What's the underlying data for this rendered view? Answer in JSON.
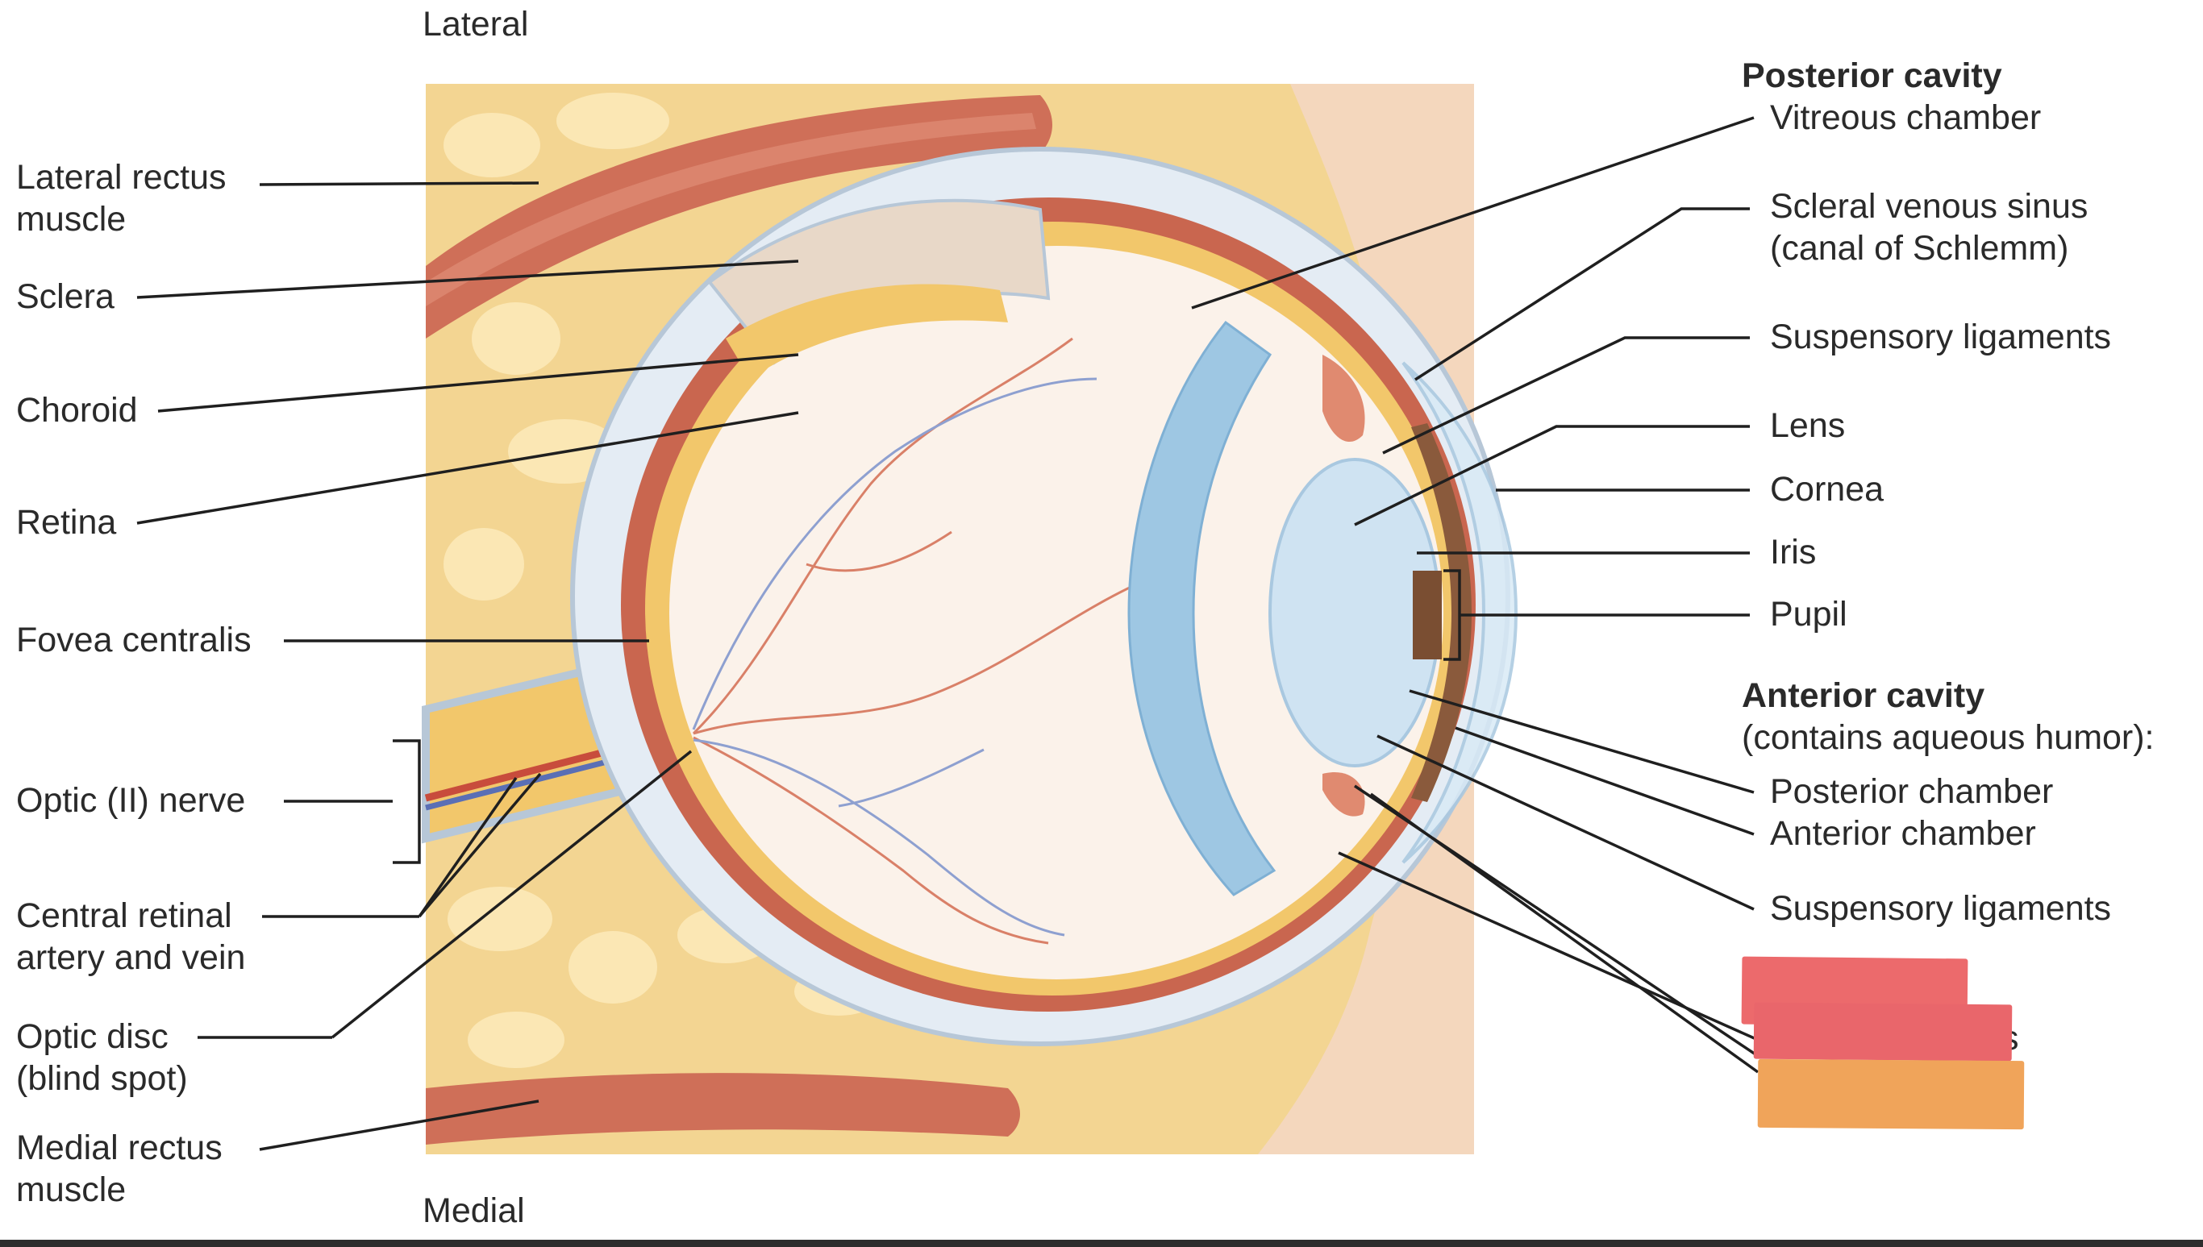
{
  "labels": {
    "lateral": "Lateral",
    "medial": "Medial",
    "lateral_rectus": "Lateral rectus\nmuscle",
    "sclera": "Sclera",
    "choroid": "Choroid",
    "retina": "Retina",
    "fovea": "Fovea centralis",
    "optic_nerve": "Optic (II) nerve",
    "central_retinal": "Central retinal\nartery and vein",
    "optic_disc": "Optic disc\n(blind spot)",
    "medial_rectus": "Medial rectus\nmuscle",
    "posterior_cavity": "Posterior cavity",
    "vitreous": "Vitreous chamber",
    "scleral_sinus": "Scleral venous sinus\n(canal of Schlemm)",
    "suspensory_top": "Suspensory ligaments",
    "lens": "Lens",
    "cornea": "Cornea",
    "iris": "Iris",
    "pupil": "Pupil",
    "anterior_cavity": "Anterior cavity",
    "aqueous": "(contains aqueous humor):",
    "posterior_chamber": "Posterior chamber",
    "anterior_chamber": "Anterior chamber",
    "suspensory_bottom": "Suspensory ligaments",
    "hidden_tail": "s"
  },
  "colors": {
    "fat": "#f3d592",
    "fat_light": "#fbe7b4",
    "muscle": "#cf6f58",
    "muscle_light": "#e79a82",
    "sclera": "#e4ecf4",
    "sclera_edge": "#b7c7d7",
    "choroid": "#c9664f",
    "retina": "#f2c76b",
    "vitreous": "#fbf2ea",
    "lens": "#cfe3f2",
    "ciliary": "#9ec7e3",
    "cornea": "#d9eaf6",
    "iris": "#8a5a3c",
    "skin": "#f4d7bd",
    "artery": "#c84c3c",
    "vein": "#5a6fb5",
    "leader": "#1f1f1f",
    "cover_red_1": "#ec6a6c",
    "cover_red_2": "#e9666b",
    "cover_orange": "#f0a45a",
    "bar": "#2d2d2d"
  }
}
